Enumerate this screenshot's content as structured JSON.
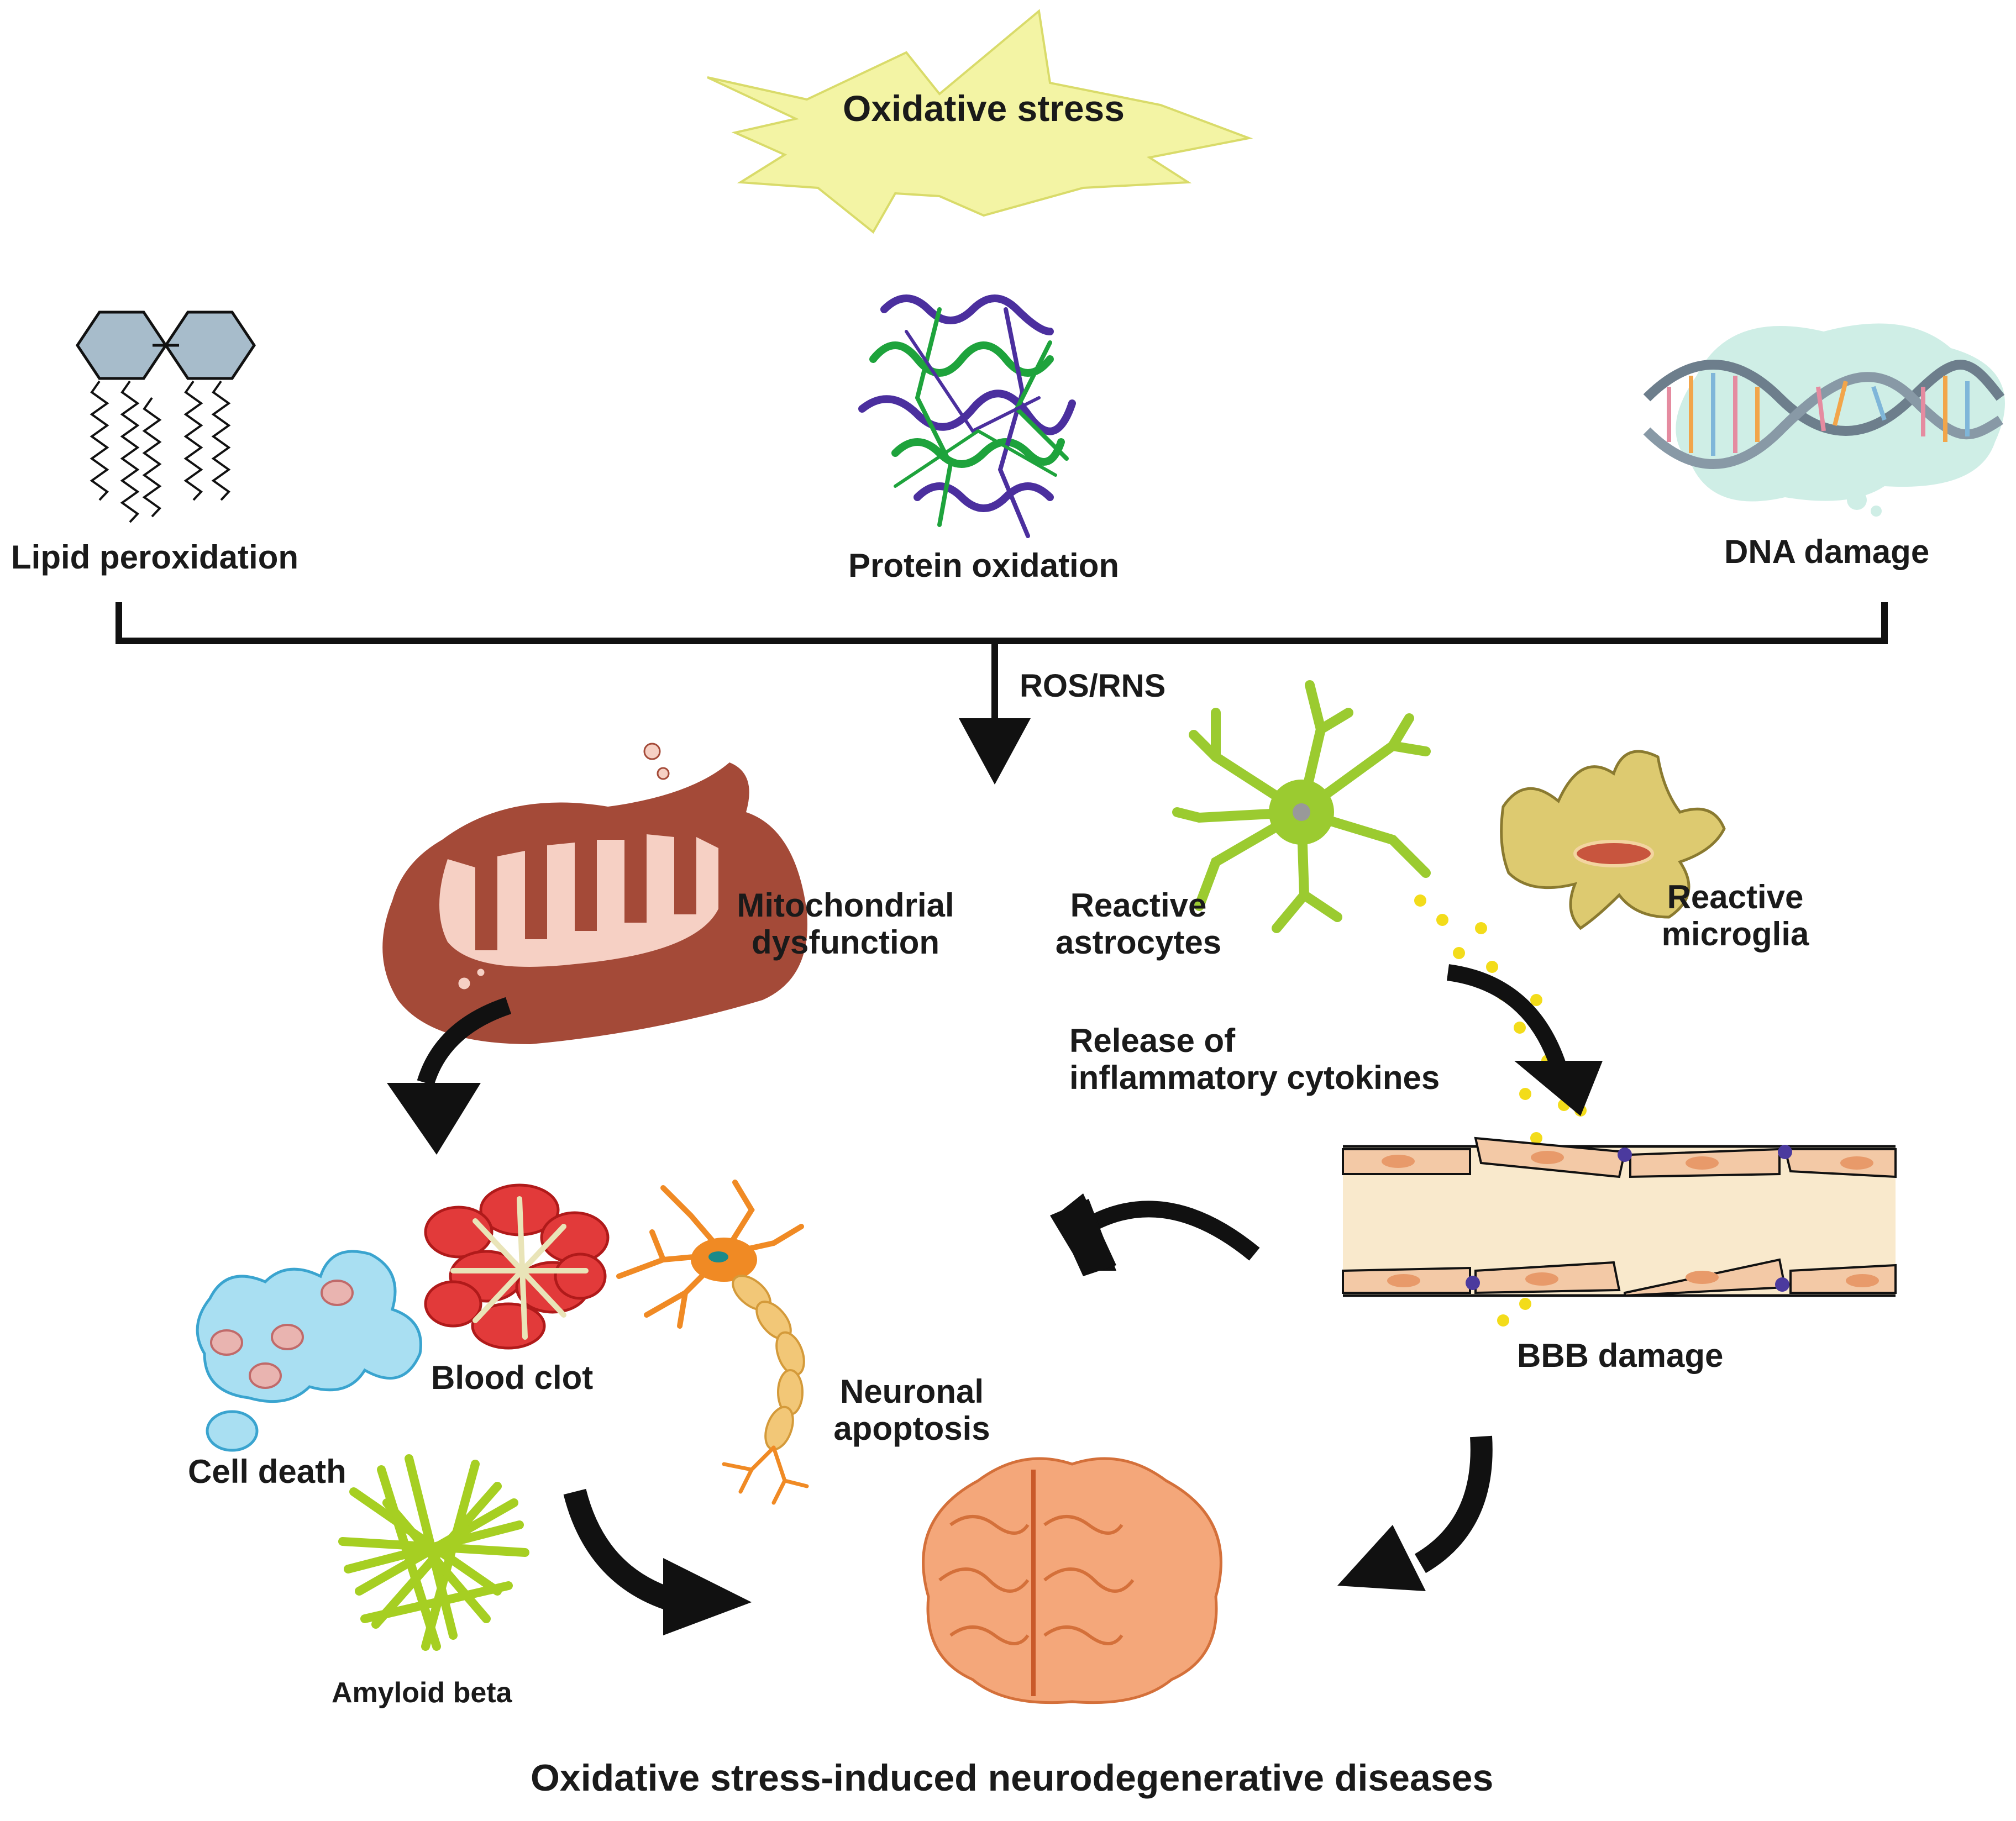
{
  "diagram": {
    "top_label": "Oxidative stress",
    "damage": {
      "lipid": "Lipid peroxidation",
      "protein": "Protein oxidation",
      "dna": "DNA damage"
    },
    "ros_label": "ROS/RNS",
    "mito": {
      "line1": "Mitochondrial",
      "line2": "dysfunction"
    },
    "astro": {
      "line1": "Reactive",
      "line2": "astrocytes"
    },
    "microglia": {
      "line1": "Reactive",
      "line2": "microglia"
    },
    "cytokines": {
      "line1": "Release of",
      "line2": "inflammatory cytokines"
    },
    "bbb": "BBB damage",
    "blood_clot": "Blood clot",
    "neuron": {
      "line1": "Neuronal",
      "line2": "apoptosis"
    },
    "cell_death": "Cell death",
    "amyloid": "Amyloid beta",
    "bottom_label": "Oxidative stress-induced neurodegenerative diseases"
  },
  "colors": {
    "starburst": "#f3f4a4",
    "lipid_head": "#a7bccb",
    "protein_purple": "#4b2f9e",
    "protein_green": "#1ea33c",
    "dna_cloud": "#cfeee6",
    "mito": "#a44a38",
    "mito_inner": "#f6d0c4",
    "astrocyte": "#9bcb30",
    "microglia": "#ddca70",
    "cytokine": "#f3dc1a",
    "vessel": "#f9e9cc",
    "blood_cell": "#e23a3a",
    "neuron": "#f08a24",
    "cell_death": "#a9dff2",
    "amyloid": "#a6cf22",
    "brain": "#f4a77a",
    "arrow": "#111111"
  }
}
